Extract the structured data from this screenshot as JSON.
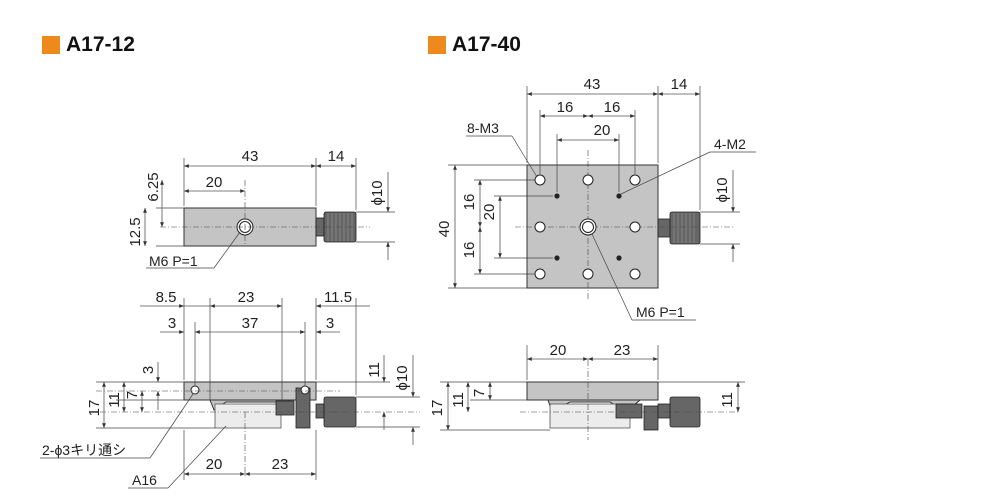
{
  "models": [
    {
      "code": "A17-12"
    },
    {
      "code": "A17-40"
    }
  ],
  "colors": {
    "accent": "#ee8a1c",
    "body": "#c4c4c4",
    "line": "#333333"
  },
  "a17_12": {
    "top": {
      "dim_43": "43",
      "dim_14": "14",
      "dim_20": "20",
      "dim_6_25": "6.25",
      "dim_12_5": "12.5",
      "dim_phi10": "ϕ10",
      "callout": "M6 P=1"
    },
    "side": {
      "dim_8_5": "8.5",
      "dim_23": "23",
      "dim_11_5": "11.5",
      "dim_3a": "3",
      "dim_37": "37",
      "dim_3b": "3",
      "dim_3v": "3",
      "dim_7": "7",
      "dim_11": "11",
      "dim_17": "17",
      "dim_11r": "11",
      "dim_phi10": "ϕ10",
      "dim_20b": "20",
      "dim_23b": "23",
      "callout_holes": "2-ϕ3キリ通シ",
      "callout_a16": "A16"
    }
  },
  "a17_40": {
    "top": {
      "dim_43": "43",
      "dim_14": "14",
      "dim_16a": "16",
      "dim_16b": "16",
      "dim_20": "20",
      "dim_40": "40",
      "dim_16c": "16",
      "dim_20v": "20",
      "dim_16d": "16",
      "dim_phi10": "ϕ10",
      "callout_m3": "8-M3",
      "callout_m2": "4-M2",
      "callout_m6": "M6 P=1"
    },
    "side": {
      "dim_20": "20",
      "dim_23": "23",
      "dim_17": "17",
      "dim_11": "11",
      "dim_7": "7",
      "dim_11r": "11"
    }
  }
}
